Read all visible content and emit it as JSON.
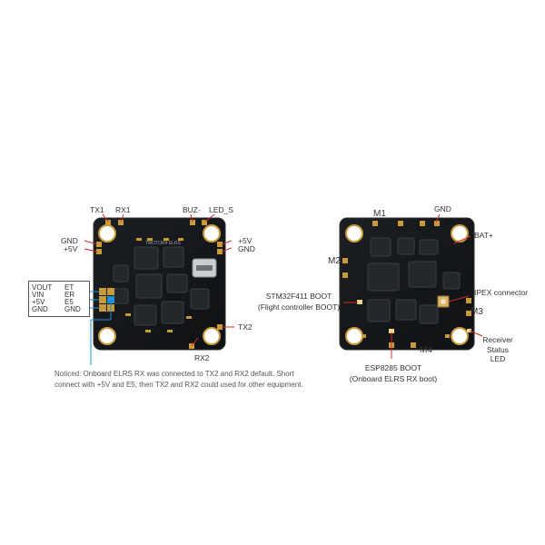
{
  "colors": {
    "board": "#15171a",
    "board_edge": "#2a2d31",
    "pad_gold": "#c99a3a",
    "chip": "#24272b",
    "callout_red": "#d42a2a",
    "callout_blue": "#1e8fd6",
    "text": "#333333"
  },
  "left_board": {
    "labels": {
      "tx1": "TX1",
      "rx1": "RX1",
      "buz": "BUZ-",
      "led_s": "LED_S",
      "gnd_left": "GND",
      "plus5v_left": "+5V",
      "plus5v_right": "+5V",
      "gnd_right": "GND",
      "tx2": "TX2",
      "rx2": "RX2"
    },
    "pin_table": [
      [
        "VOUT",
        "ET"
      ],
      [
        "VIN",
        "ER"
      ],
      [
        "+5V",
        "E5"
      ],
      [
        "GND",
        "GND"
      ]
    ],
    "note_line1": "Noticed: Onboard ELRS RX was connected to TX2 and RX2 default. Short",
    "note_line2": "connect with +5V and E5, then TX2 and RX2 could used for other equipment.",
    "silkscreen": "TMOTOR4 ELRS"
  },
  "right_board": {
    "labels": {
      "m1": "M1",
      "m2": "M2",
      "m3": "M3",
      "m4": "M4",
      "gnd": "GND",
      "bat": "BAT+",
      "stm_boot_1": "STM32F411 BOOT",
      "stm_boot_2": "(Flight controller BOOT)",
      "ipex": "IPEX connector",
      "esp_boot_1": "ESP8285 BOOT",
      "esp_boot_2": "(Onboard ELRS RX boot)",
      "rx_led_1": "Receiver",
      "rx_led_2": "Status",
      "rx_led_3": "LED"
    }
  }
}
